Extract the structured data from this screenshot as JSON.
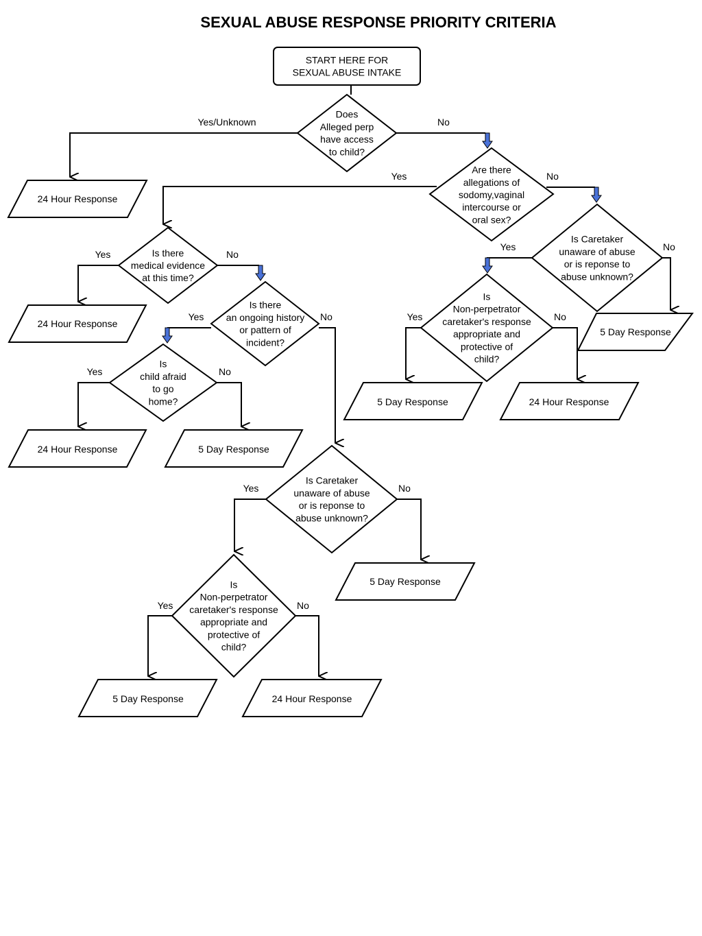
{
  "title": "SEXUAL ABUSE RESPONSE PRIORITY CRITERIA",
  "colors": {
    "accent_arrow": "#4a72d8",
    "stroke": "#000000",
    "background": "#ffffff"
  },
  "nodes": {
    "start": [
      "START HERE FOR",
      "SEXUAL ABUSE INTAKE"
    ],
    "q_access": [
      "Does",
      "Alleged perp",
      "have access",
      "to child?"
    ],
    "q_allegations": [
      "Are there",
      "allegations of",
      "sodomy,vaginal",
      "intercourse or",
      "oral sex?"
    ],
    "q_caretaker_right": [
      "Is Caretaker",
      "unaware of abuse",
      "or is reponse to",
      "abuse unknown?"
    ],
    "q_nonperp_right": [
      "Is",
      "Non-perpetrator",
      "caretaker's response",
      "appropriate and",
      "protective of",
      "child?"
    ],
    "q_medical": [
      "Is there",
      "medical evidence",
      "at this time?"
    ],
    "q_history": [
      "Is there",
      "an ongoing history",
      "or pattern of",
      "incident?"
    ],
    "q_afraid": [
      "Is",
      "child afraid",
      "to go",
      "home?"
    ],
    "q_caretaker_mid": [
      "Is Caretaker",
      "unaware of abuse",
      "or is reponse to",
      "abuse unknown?"
    ],
    "q_nonperp_bottom": [
      "Is",
      "Non-perpetrator",
      "caretaker's response",
      "appropriate and",
      "protective of",
      "child?"
    ],
    "r_24_top": "24 Hour Response",
    "r_24_medical": "24 Hour Response",
    "r_24_afraid": "24 Hour Response",
    "r_5_afraid": "5 Day Response",
    "r_5_right": "5 Day Response",
    "r_5_nonperp_right": "5 Day Response",
    "r_24_nonperp_right": "24 Hour Response",
    "r_5_caretaker_mid": "5 Day Response",
    "r_5_nonperp_bottom": "5 Day Response",
    "r_24_nonperp_bottom": "24 Hour Response"
  },
  "edge_labels": {
    "access_yes": "Yes/Unknown",
    "access_no": "No",
    "allegations_yes": "Yes",
    "allegations_no": "No",
    "caretaker_right_yes": "Yes",
    "caretaker_right_no": "No",
    "nonperp_right_yes": "Yes",
    "nonperp_right_no": "No",
    "medical_yes": "Yes",
    "medical_no": "No",
    "history_yes": "Yes",
    "history_no": "No",
    "afraid_yes": "Yes",
    "afraid_no": "No",
    "caretaker_mid_yes": "Yes",
    "caretaker_mid_no": "No",
    "nonperp_bottom_yes": "Yes",
    "nonperp_bottom_no": "No"
  }
}
